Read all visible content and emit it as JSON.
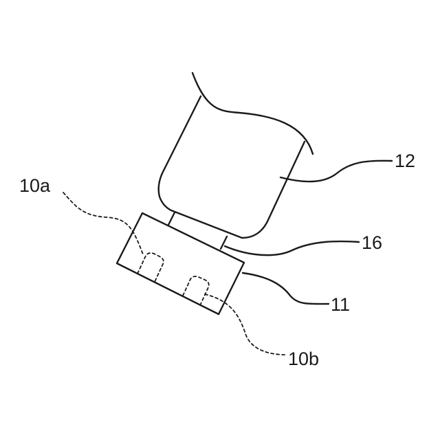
{
  "figure": {
    "labels": {
      "finger": "12",
      "connector": "16",
      "housing": "11",
      "electrode_a": "10a",
      "electrode_b": "10b"
    }
  }
}
